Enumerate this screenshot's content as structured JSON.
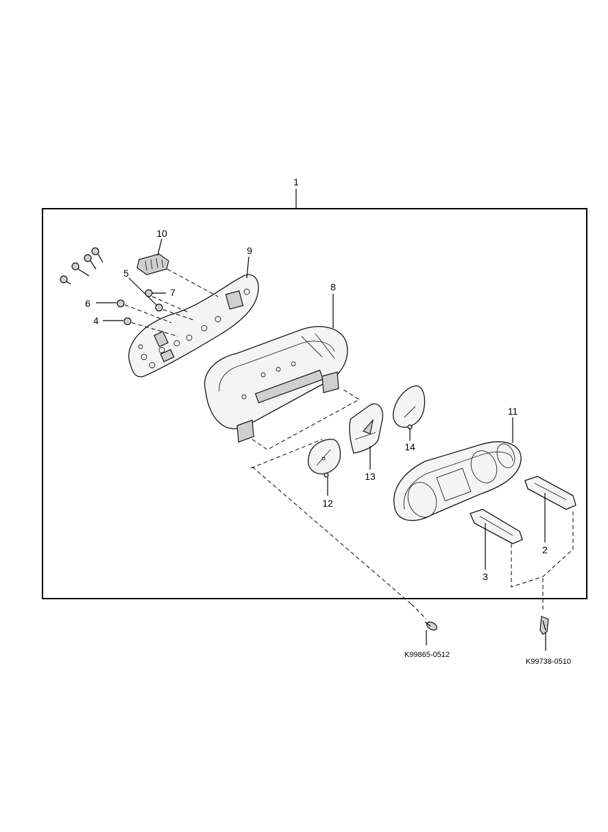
{
  "callouts": {
    "c1": "1",
    "c2": "2",
    "c3": "3",
    "c4": "4",
    "c5": "5",
    "c6": "6",
    "c7": "7",
    "c8": "8",
    "c9": "9",
    "c10": "10",
    "c11": "11",
    "c12": "12",
    "c13": "13",
    "c14": "14"
  },
  "part_numbers": {
    "screw_left": "K99865-0512",
    "screw_right": "K99738-0510"
  }
}
